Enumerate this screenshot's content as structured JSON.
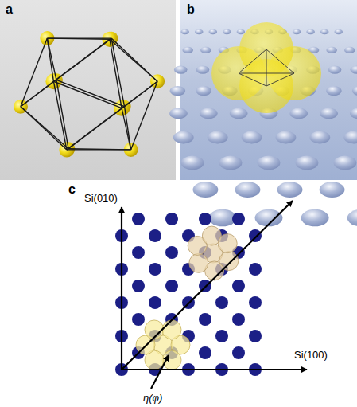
{
  "diagram": {
    "labels": [
      "a",
      "b",
      "c",
      "Si(010)",
      "Si(100)",
      "η(φ)"
    ]
  }
}
